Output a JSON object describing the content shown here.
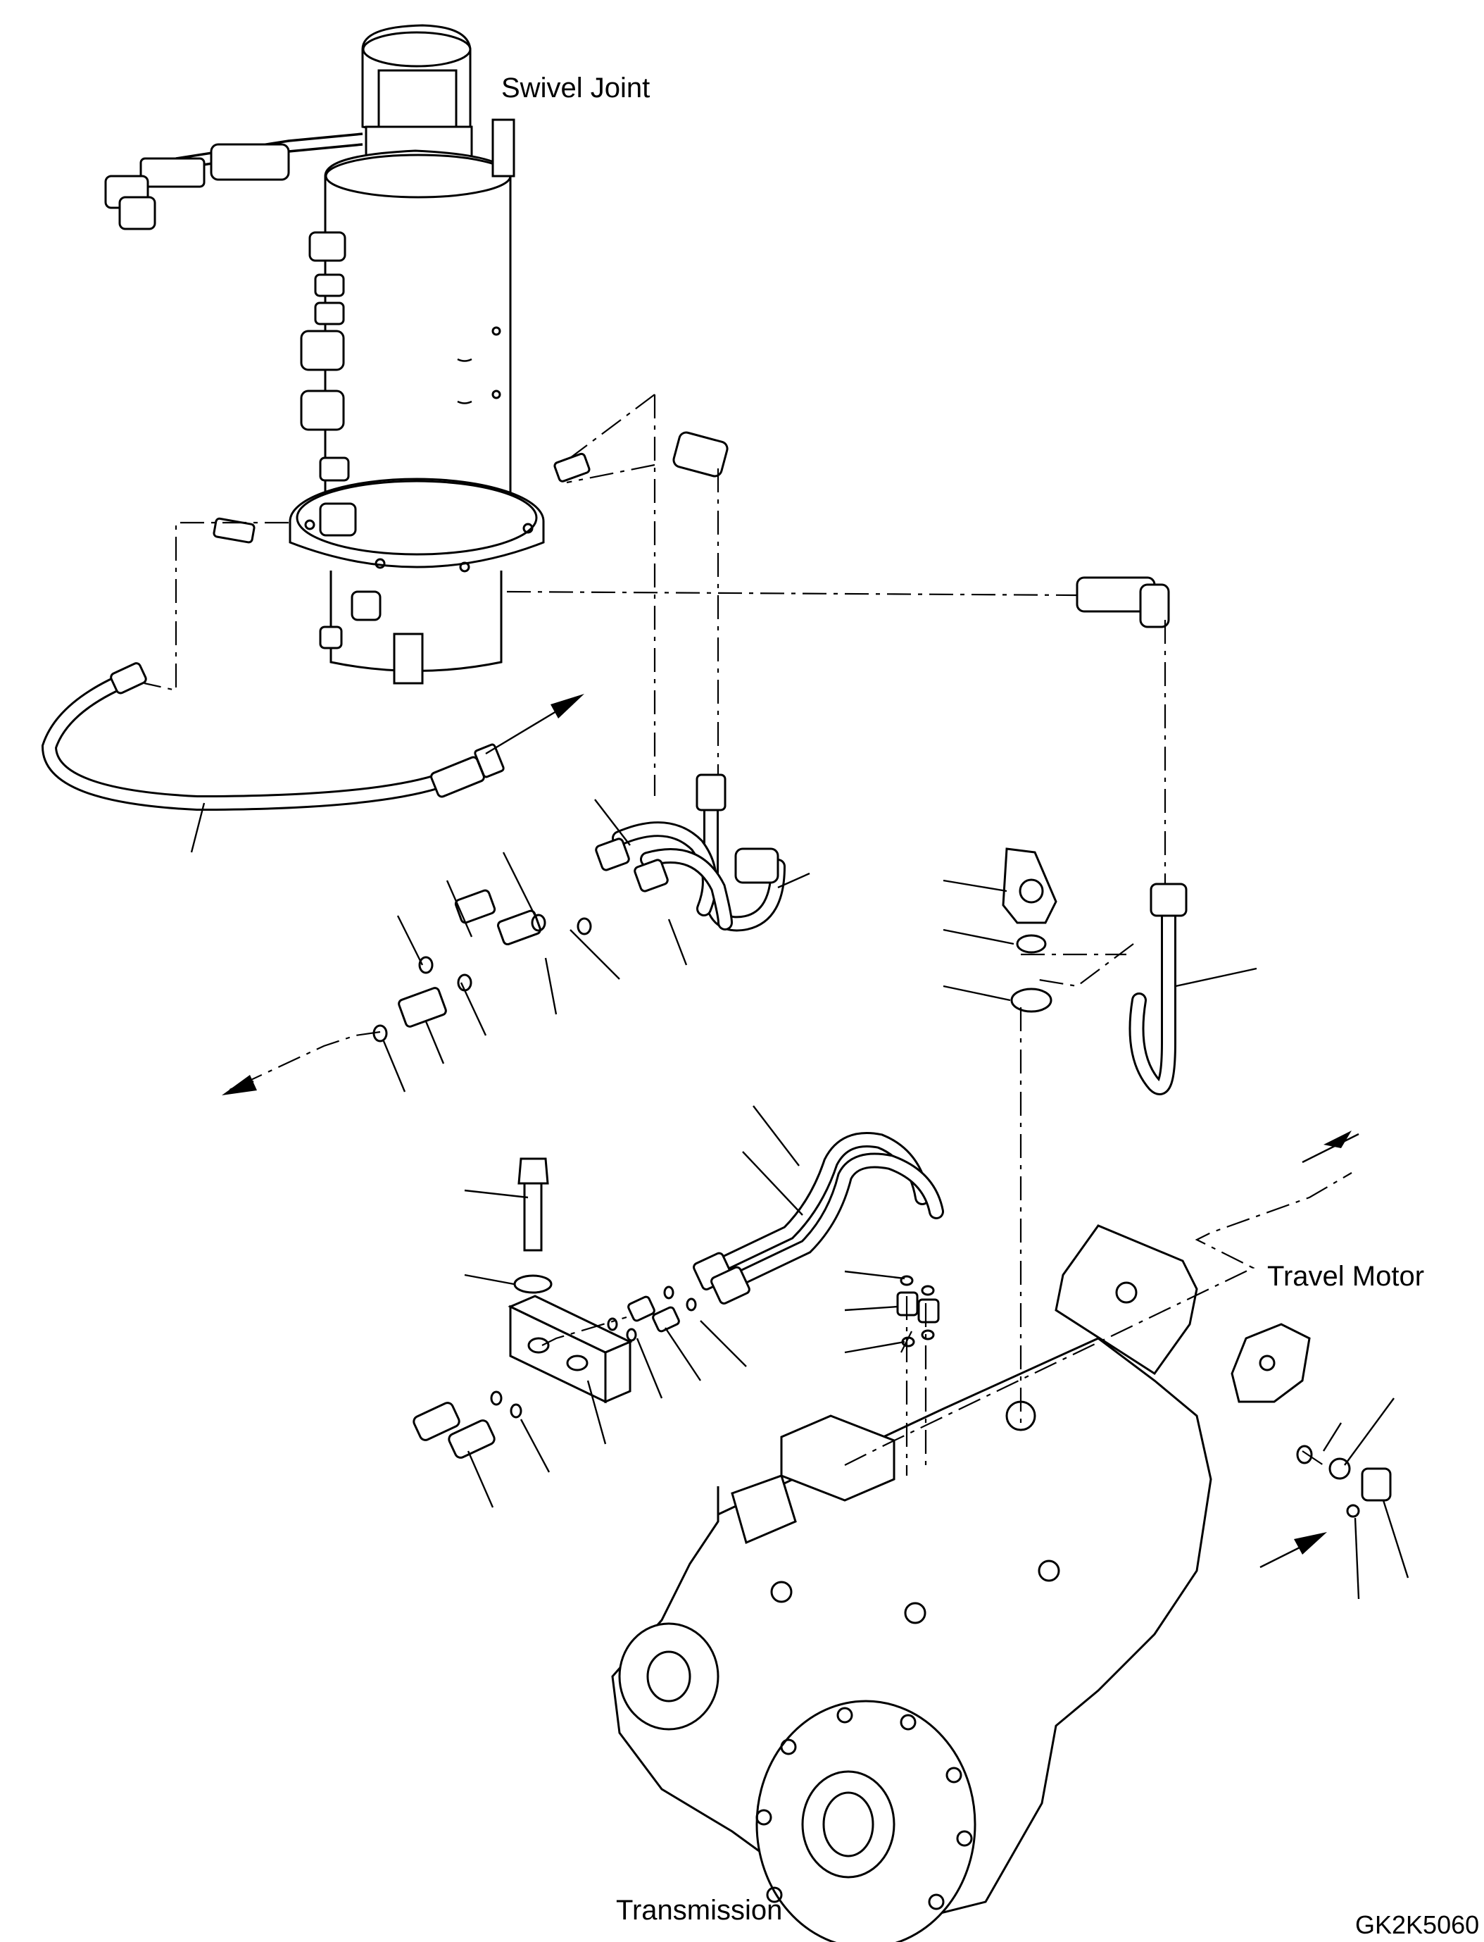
{
  "labels": {
    "swivel_joint": "Swivel Joint",
    "travel_motor": "Travel Motor",
    "transmission": "Transmission",
    "drawing_code": "GK2K5060"
  }
}
